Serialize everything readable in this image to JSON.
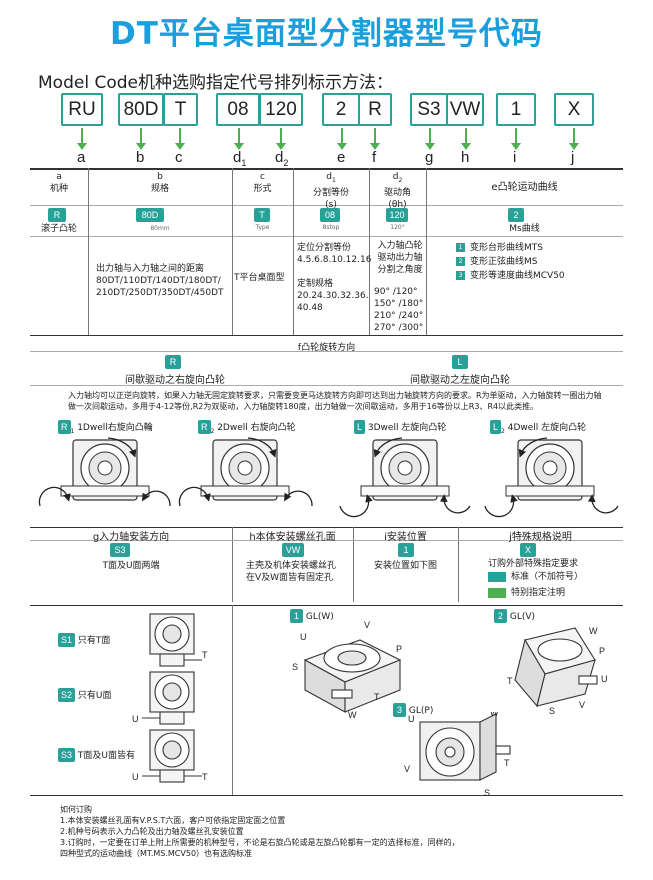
{
  "title": "DT平台桌面型分割器型号代码",
  "subtitle": "Model Code机种选购指定代号排列标示方法：",
  "code_boxes": [
    "RU",
    "80D",
    "T",
    "08",
    "120",
    "2",
    "R",
    "S3",
    "VW",
    "1",
    "X"
  ],
  "code_letters": [
    "a",
    "b",
    "c",
    "d",
    "d",
    "e",
    "f",
    "g",
    "h",
    "i",
    "j"
  ],
  "code_letter_subs": {
    "d1": "1",
    "d2": "2"
  },
  "table": {
    "a_head": "a",
    "a_name": "机种",
    "b_head": "b",
    "b_name": "规格",
    "c_head": "c",
    "c_name": "形式",
    "d1_head": "d",
    "d1_sub": "1",
    "d1_name": "分割等份",
    "d1_unit": "(s)",
    "d2_head": "d",
    "d2_sub": "2",
    "d2_name": "驱动角",
    "d2_unit": "(θh)",
    "e_head": "e凸轮运动曲线",
    "a_badge": "R",
    "a_value": "滚子凸轮",
    "b_badge": "80D",
    "b_sub": "80mm",
    "c_badge": "T",
    "c_sub": "Type",
    "d1_badge": "08",
    "d1_sub2": "8stop",
    "d2_badge": "120",
    "d2_sub2": "120°",
    "e_badge": "2",
    "e_value": "Ms曲线",
    "b_desc": "出力轴与入力轴之间的距离 80DT/110DT/140DT/180DT/ 210DT/250DT/350DT/450DT",
    "c_desc": "T平台桌面型",
    "d1_desc1": "定位分割等份 4.5.6.8.10.12.16",
    "d1_desc2": "定制规格 20.24.30.32.36. 40.48",
    "d2_desc1": "入力轴凸轮驱动出力轴分割之角度",
    "d2_angles": [
      "90° /120°",
      "150° /180°",
      "210° /240°",
      "270° /300°"
    ],
    "e_items": [
      {
        "num": "1",
        "label": "变形台形曲线MTS"
      },
      {
        "num": "2",
        "label": "变形正弦曲线MS"
      },
      {
        "num": "3",
        "label": "变形等速度曲线MCV50"
      }
    ]
  },
  "rotation": {
    "head": "f凸轮旋转方向",
    "left_badge": "R",
    "left_label": "间歇驱动之右旋向凸轮",
    "right_badge": "L",
    "right_label": "间歇驱动之左旋向凸轮",
    "desc": "入力轴均可以正逆向旋转，如果入力轴无固定旋转要求，只需要变更马达旋转方向即可达到出力轴旋转方向的要求。R为单驱动，入力轴旋转一圈出力轴做一次间歇运动，多用于4-12等份,R2为双驱动，入力轴旋转180度，出力轴做一次间歇运动，多用于16等份以上R3、R4以此类推。",
    "items": [
      {
        "badge": "R",
        "sub": "1",
        "label": "1Dwell右旋向凸輪"
      },
      {
        "badge": "R",
        "sub": "2",
        "label": "2Dwell 右旋向凸轮"
      },
      {
        "badge": "L",
        "sub": "",
        "label": "3Dwell 左旋向凸轮"
      },
      {
        "badge": "L",
        "sub": "2",
        "label": "4Dwell 左旋向凸轮"
      }
    ]
  },
  "options": {
    "g_head": "g入力轴安装方向",
    "g_badge": "S3",
    "g_desc": "T面及U面两端",
    "h_head": "h本体安装螺丝孔面",
    "h_badge": "VW",
    "h_desc": "主壳及机体安装螺丝孔 在V及W面皆有固定孔",
    "i_head": "i安装位置",
    "i_badge": "1",
    "i_desc": "安装位置如下图",
    "j_head": "j特殊规格说明",
    "j_badge": "X",
    "j_desc": "订购外部特殊指定要求",
    "j_std": "标准（不加符号）",
    "j_special": "特别指定注明"
  },
  "mount": {
    "s1": "S1",
    "s1_label": "只有T面",
    "s2": "S2",
    "s2_label": "只有U面",
    "s3": "S3",
    "s3_label": "T面及U面皆有",
    "gl1_badge": "1",
    "gl1": "GL(W)",
    "gl2_badge": "2",
    "gl2": "GL(V)",
    "gl3_badge": "3",
    "gl3": "GL(P)",
    "face_labels": [
      "T",
      "U",
      "V",
      "W",
      "P",
      "S"
    ]
  },
  "notes": [
    "如何订购",
    "1.本体安装螺丝孔面有V.P.S.T六面，客户可依指定固定面之位置",
    "2.机种号码表示入力凸轮及出力轴及螺丝孔安装位置",
    "3.订购时，一定要在订单上附上所需要的机种型号，不论是右旋凸轮或是左旋凸轮都有一定的选择标准，同样的，",
    "   四种型式的运动曲线（MT.MS.MCV50）也有选购标准"
  ],
  "colors": {
    "title": "#1a9fdc",
    "accent": "#2aa198",
    "arrow": "#4caf50"
  }
}
